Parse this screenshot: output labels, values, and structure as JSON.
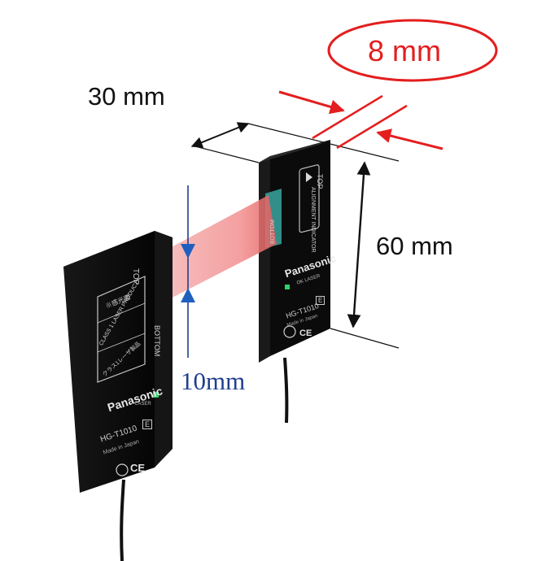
{
  "dimensions": {
    "width_label": "30 mm",
    "thickness_label": "8 mm",
    "height_label": "60 mm",
    "beam_label": "10mm"
  },
  "left_sensor": {
    "top_marking": "TOP",
    "bottom_marking": "BOTTOM",
    "warning_line_1": "※感光面",
    "warning_line_2": "CLASS 1 LASER PRODUCT",
    "warning_line_3": "クラス1レーザ製品",
    "brand": "Panasonic",
    "indicator_label": "LASER",
    "model": "HG-T1010",
    "model_badge": "E",
    "origin": "Made in Japan",
    "ce_mark": "CE"
  },
  "right_sensor": {
    "top_marking": "TOP",
    "bottom_marking": "BOTTOM",
    "window_label": "ALIGNMENT INDICATOR",
    "brand": "Panasonic",
    "indicator_label": "OK LASER",
    "model": "HG-T1010",
    "model_badge": "E",
    "origin": "Made in Japan",
    "ce_mark": "CE"
  },
  "colors": {
    "accent_red": "#e41e1e",
    "beam_blue": "#1f3f8f",
    "beam_fill": "#f4a3a3",
    "sensor_body": "#0d0d0d",
    "indicator_green": "#2bd36a",
    "window_teal": "#3aa6a0"
  }
}
